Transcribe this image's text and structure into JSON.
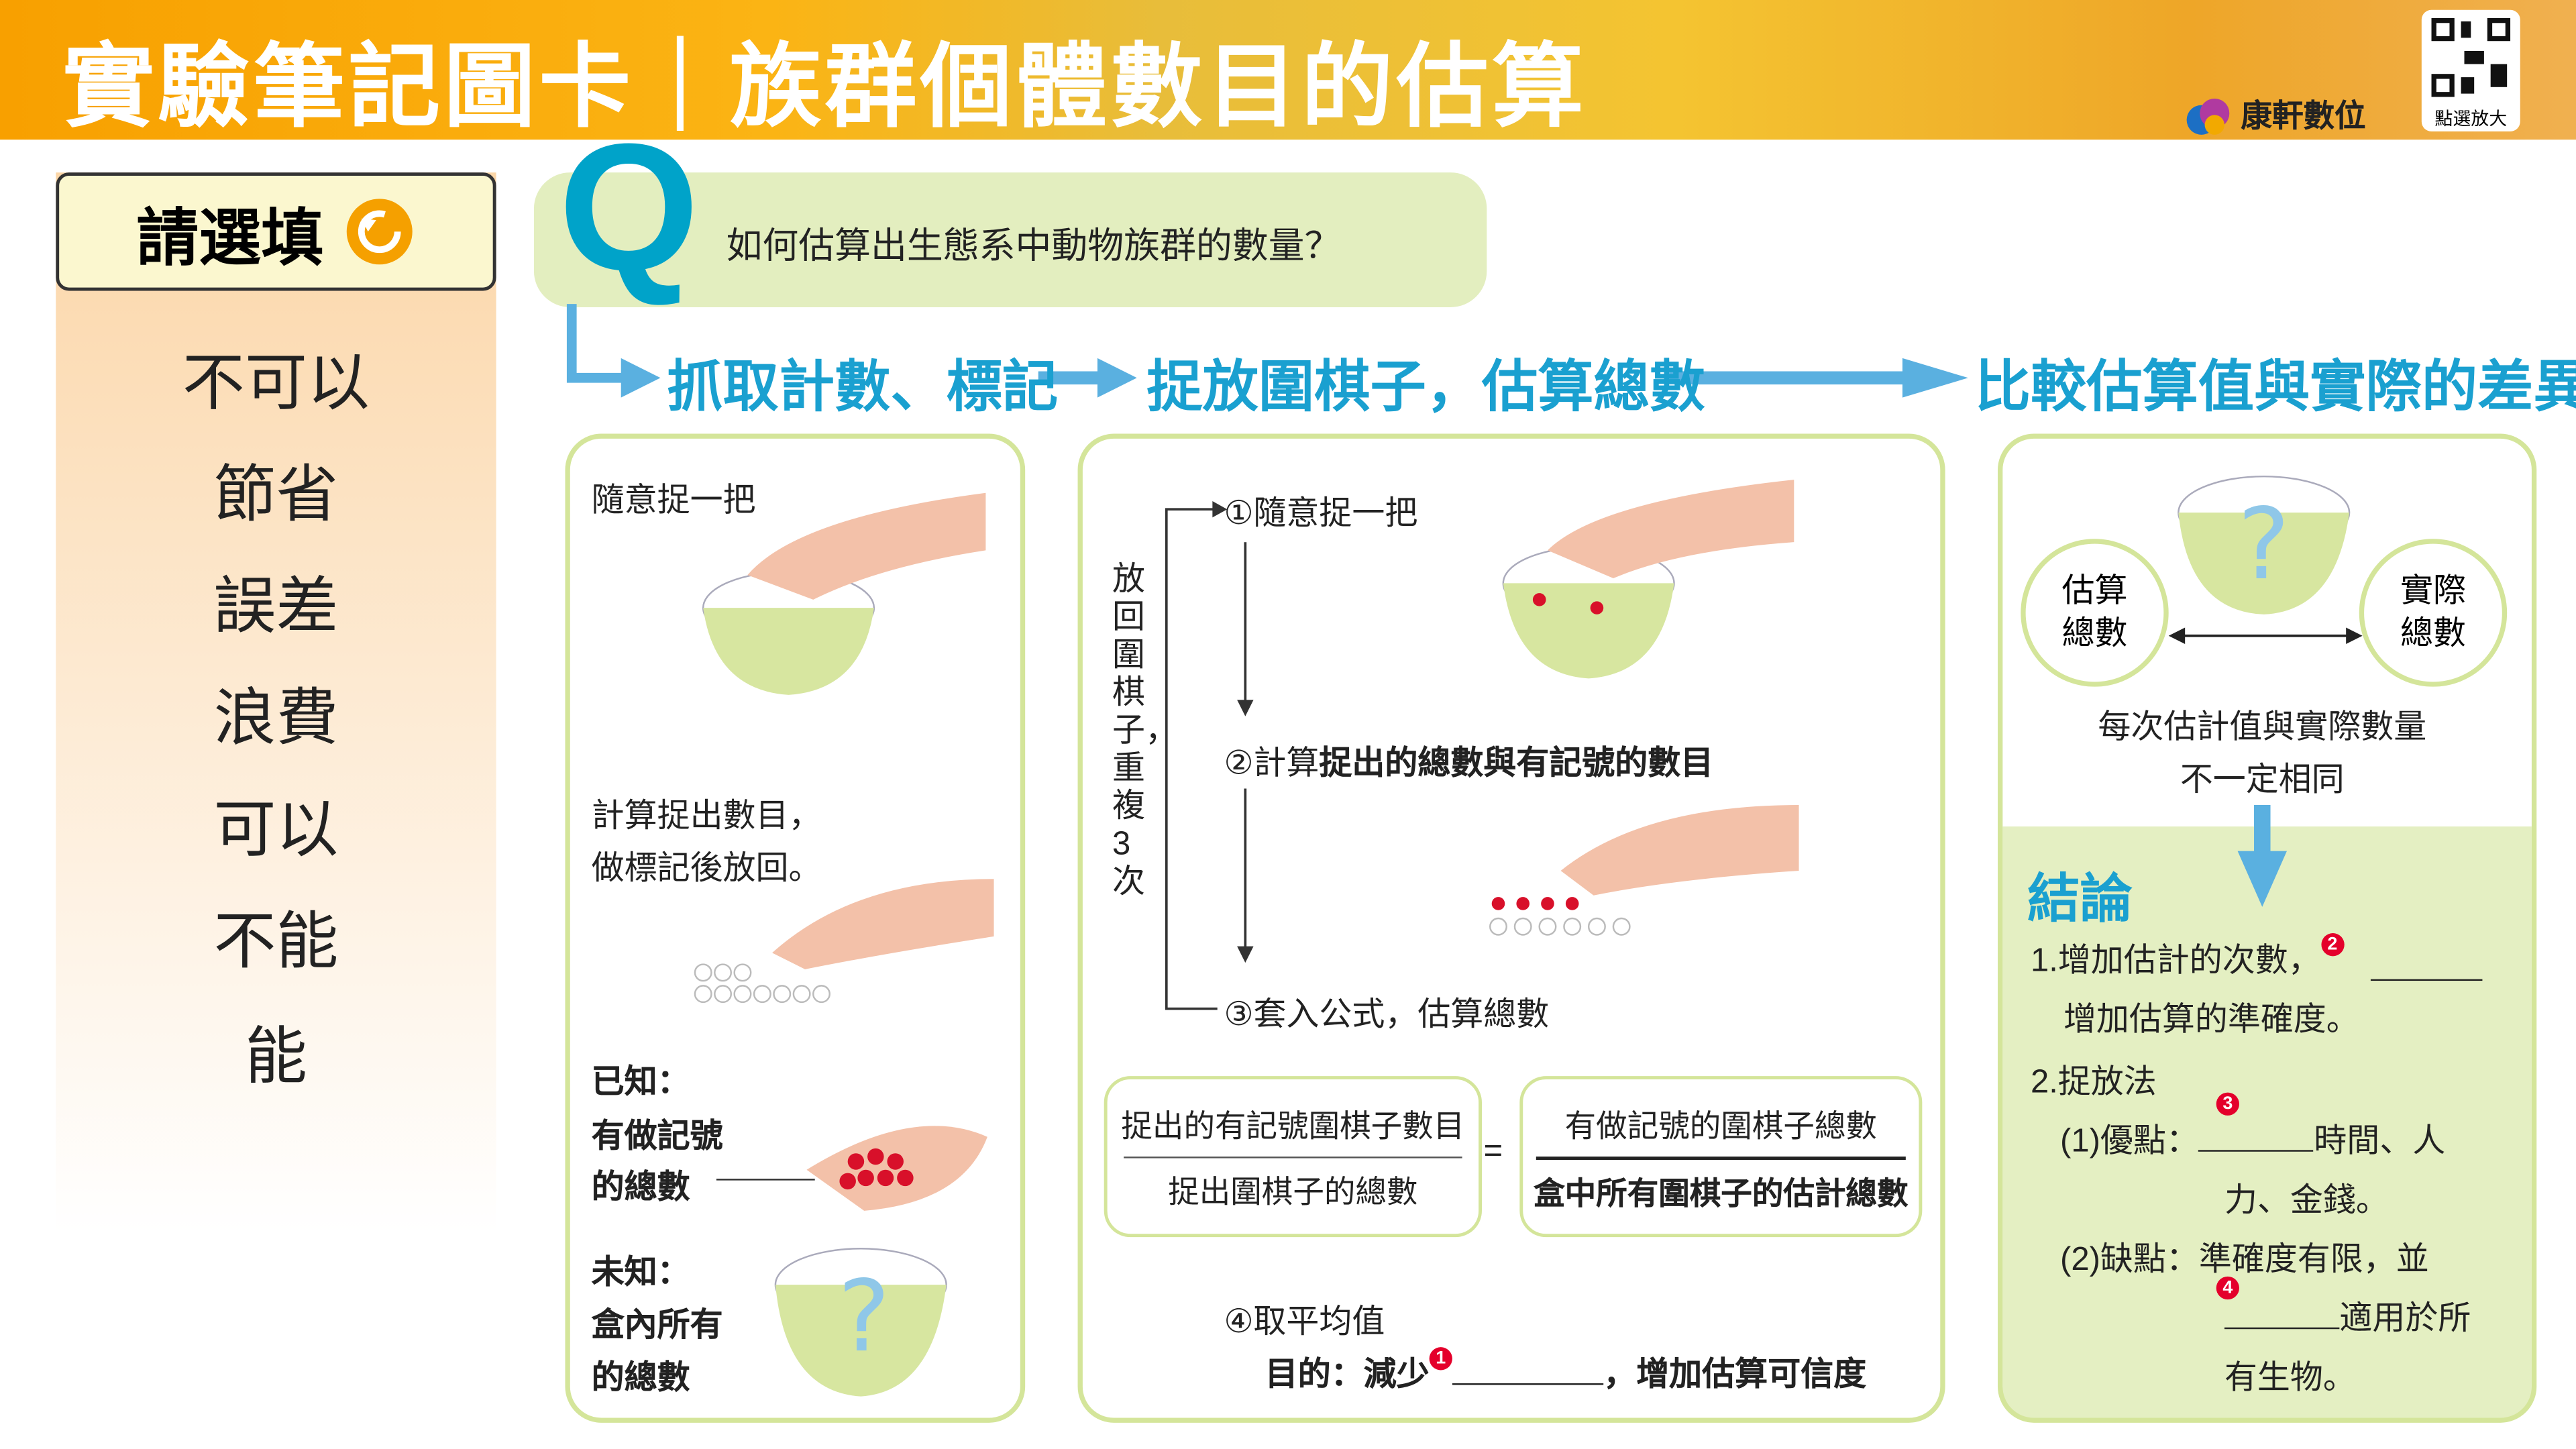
{
  "header": {
    "title": "實驗筆記圖卡｜族群個體數目的估算",
    "brand": "康軒數位",
    "qr_label": "點選放大"
  },
  "sidebar": {
    "title": "請選填",
    "options": [
      "不可以",
      "節省",
      "誤差",
      "浪費",
      "可以",
      "不能",
      "能"
    ]
  },
  "question": {
    "letter": "Q",
    "text": "如何估算出生態系中動物族群的數量？"
  },
  "steps": [
    "抓取計數、標記",
    "捉放圍棋子，估算總數",
    "比較估算值與實際的差異"
  ],
  "card1": {
    "grab": "隨意捉一把",
    "count_line1": "計算捉出數目，",
    "count_line2": "做標記後放回。",
    "known_label": "已知：",
    "known_l1": "有做記號",
    "known_l2": "的總數",
    "unknown_label": "未知：",
    "unknown_l1": "盒內所有",
    "unknown_l2": "的總數"
  },
  "card2": {
    "side_label": "放回圍棋子，重複3次",
    "s1": "①隨意捉一把",
    "s2_pre": "②計算",
    "s2_bold": "捉出的總數與有記號的數目",
    "s3": "③套入公式，估算總數",
    "frac_left_num": "捉出的有記號圍棋子數目",
    "frac_left_den": "捉出圍棋子的總數",
    "equals": "=",
    "frac_right_num": "有做記號的圍棋子總數",
    "frac_right_den": "盒中所有圍棋子的估計總數",
    "s4": "④取平均值",
    "purpose_pre": "目的：減少",
    "purpose_post": "，增加估算可信度",
    "badge": "1"
  },
  "card3": {
    "est_l1": "估算",
    "est_l2": "總數",
    "act_l1": "實際",
    "act_l2": "總數",
    "diff_l1": "每次估計值與實際數量",
    "diff_l2": "不一定相同",
    "conclusion_title": "結論",
    "c1_pre": "1.增加估計的次數，",
    "c1_post": "增加估算的準確度。",
    "c2": "2.捉放法",
    "adv_pre": "(1)優點：",
    "adv_post": "時間、人",
    "adv_l2": "力、金錢。",
    "dis_pre": "(2)缺點：",
    "dis_post": "準確度有限，並",
    "dis_l2": "適用於所",
    "dis_l3": "有生物。",
    "badges": [
      "2",
      "3",
      "4"
    ]
  },
  "colors": {
    "accent": "#1aa0d0",
    "card_border": "#d4e59a",
    "badge": "#e4002b",
    "header": "#f8a000"
  }
}
